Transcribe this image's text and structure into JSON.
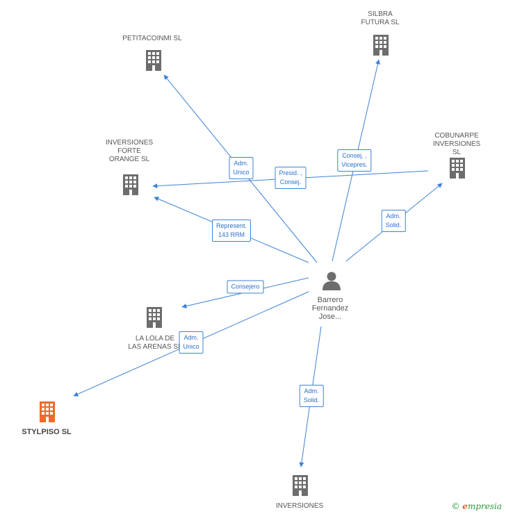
{
  "nodes": {
    "petitacoinmi": {
      "label": "PETITACOINMI SL"
    },
    "silbra": {
      "label": "SILBRA\nFUTURA SL"
    },
    "inversiones_forte": {
      "label": "INVERSIONES\nFORTE\nORANGE SL"
    },
    "cobunarpe": {
      "label": "COBUNARPE\nINVERSIONES SL"
    },
    "la_lola": {
      "label": "LA LOLA DE\nLAS ARENAS SL"
    },
    "stylpiso": {
      "label": "STYLPISO SL"
    },
    "inversiones_bottom": {
      "label": "INVERSIONES"
    },
    "person": {
      "label": "Barrero\nFernandez\nJose..."
    }
  },
  "edges": {
    "adm_unico_petita": "Adm.\nUnico",
    "presid_consej": "Presid. ,\nConsej.",
    "consej_vicepres": "Consej. ,\nVicepres.",
    "adm_solid_cobunarpe": "Adm.\nSolid.",
    "represent": "Represent.\n143 RRM",
    "consejero": "Consejero",
    "adm_unico_stylpiso": "Adm.\nUnico",
    "adm_solid_bottom": "Adm.\nSolid."
  },
  "colors": {
    "edge": "#3b82d6",
    "building": "#6d6d6d",
    "highlight_building": "#ee6a2d"
  },
  "footer": {
    "copyright_symbol": "©",
    "brand_e": "e",
    "brand_rest": "mpresia"
  }
}
